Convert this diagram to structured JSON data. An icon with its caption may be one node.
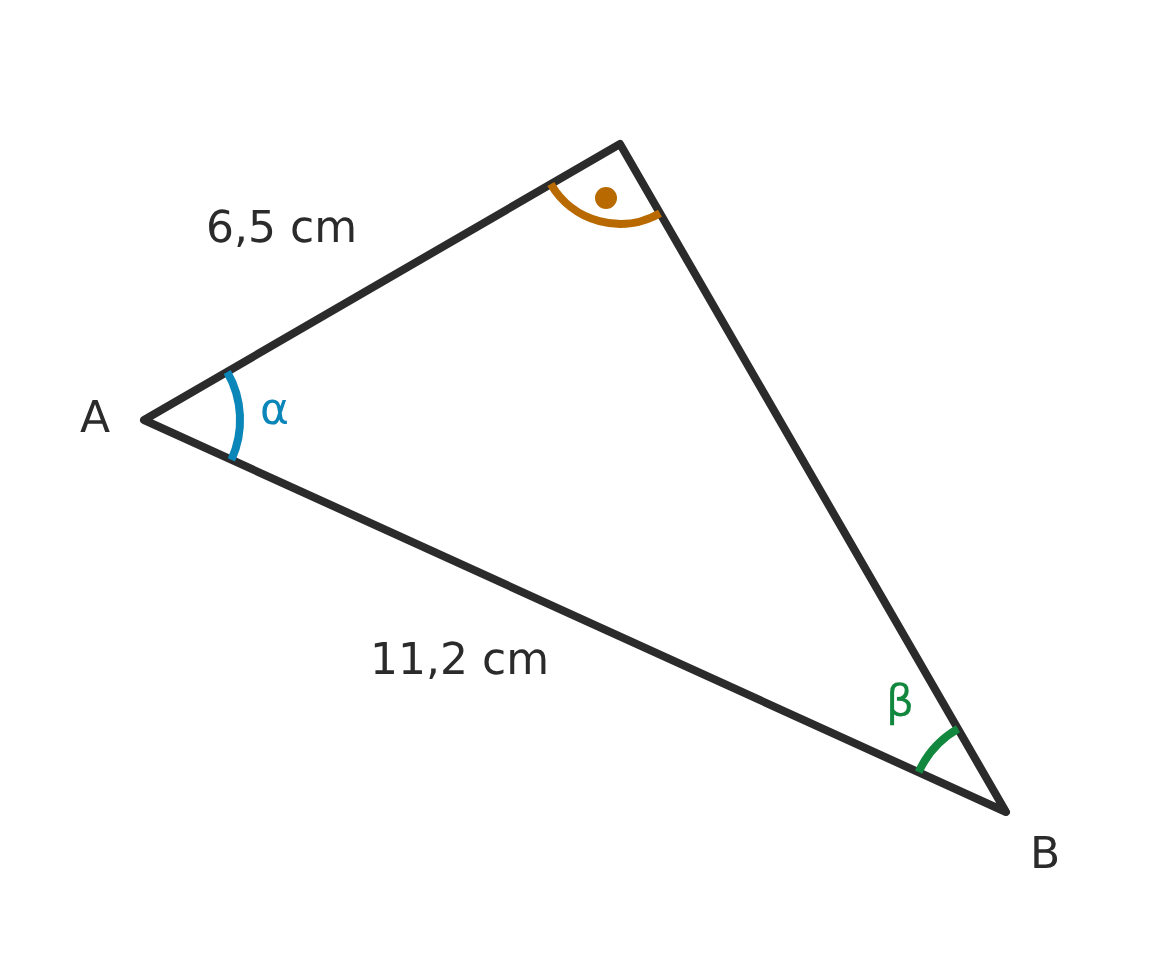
{
  "diagram": {
    "labels": [
      "6,5 cm",
      "A",
      "α",
      "11,2 cm",
      "β",
      "B"
    ]
  }
}
